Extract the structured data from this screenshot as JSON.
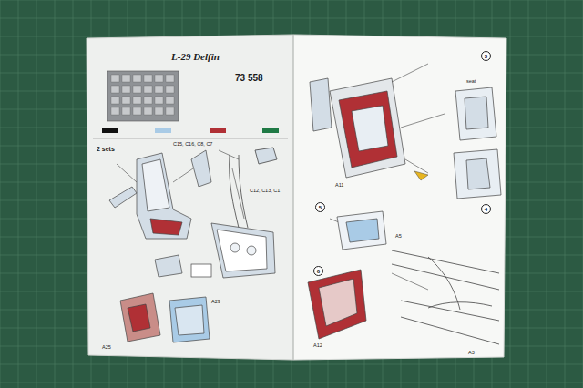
{
  "diagram": {
    "title": "L-29 Delfin",
    "nodes": [
      {
        "text": [
          "3"
        ]
      },
      {
        "text": [
          "4"
        ]
      },
      {
        "text": [
          "5"
        ]
      },
      {
        "text": [
          "6"
        ]
      }
    ],
    "labels": [
      "73 558",
      "2 sets",
      "C15, C16, C8, C7",
      "C12, C13, C1",
      "A25",
      "A29",
      "A11",
      "A5",
      "A12",
      "A3",
      "seat"
    ]
  }
}
